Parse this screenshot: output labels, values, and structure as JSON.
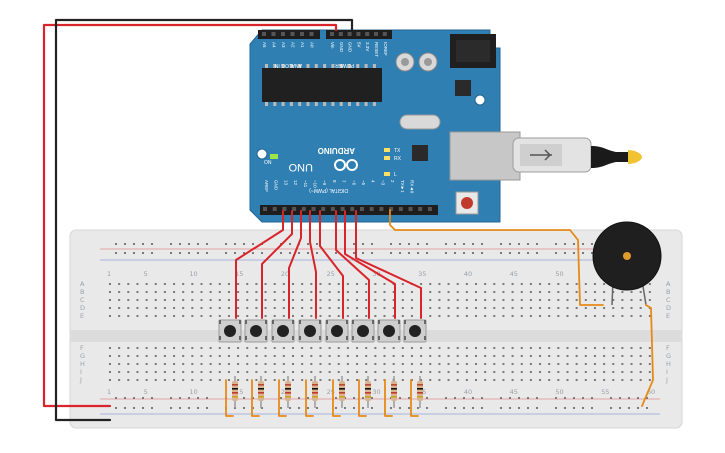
{
  "board": {
    "brand": "ARDUINO",
    "model": "UNO",
    "power_header_label": "POWER",
    "analog_header_label": "ANALOG IN",
    "digital_header_label": "DIGITAL (PWM~)",
    "on_led_label": "ON",
    "tx_label": "TX",
    "rx_label": "RX",
    "l_led_label": "L",
    "analog_pins": [
      "A5",
      "A4",
      "A3",
      "A2",
      "A1",
      "A0"
    ],
    "power_pins": [
      "Vin",
      "GND",
      "GND",
      "5V",
      "3.3V",
      "RESET",
      "IOREF"
    ],
    "digital_pins": [
      "RX◄0",
      "TX►1",
      "2",
      "~3",
      "4",
      "~5",
      "~6",
      "7",
      "8",
      "~9",
      "~10",
      "~11",
      "12",
      "13",
      "GND",
      "AREF"
    ]
  },
  "breadboard": {
    "column_numbers": [
      "1",
      "5",
      "10",
      "15",
      "20",
      "25",
      "30",
      "35",
      "40",
      "45",
      "50",
      "55",
      "60"
    ],
    "row_letters_top": [
      "A",
      "B",
      "C",
      "D",
      "E"
    ],
    "row_letters_bottom": [
      "F",
      "G",
      "H",
      "I",
      "J"
    ]
  },
  "components": {
    "pushbutton_count": 8,
    "resistor_count": 8,
    "buzzer": "piezo",
    "cable": "usb"
  },
  "colors": {
    "board": "#2f7fb3",
    "breadboard": "#e9e9e9",
    "wire_red": "#d9242b",
    "wire_black": "#222222",
    "wire_orange": "#e58a16",
    "resistor_body": "#d9b48f",
    "buzzer": "#222222"
  }
}
